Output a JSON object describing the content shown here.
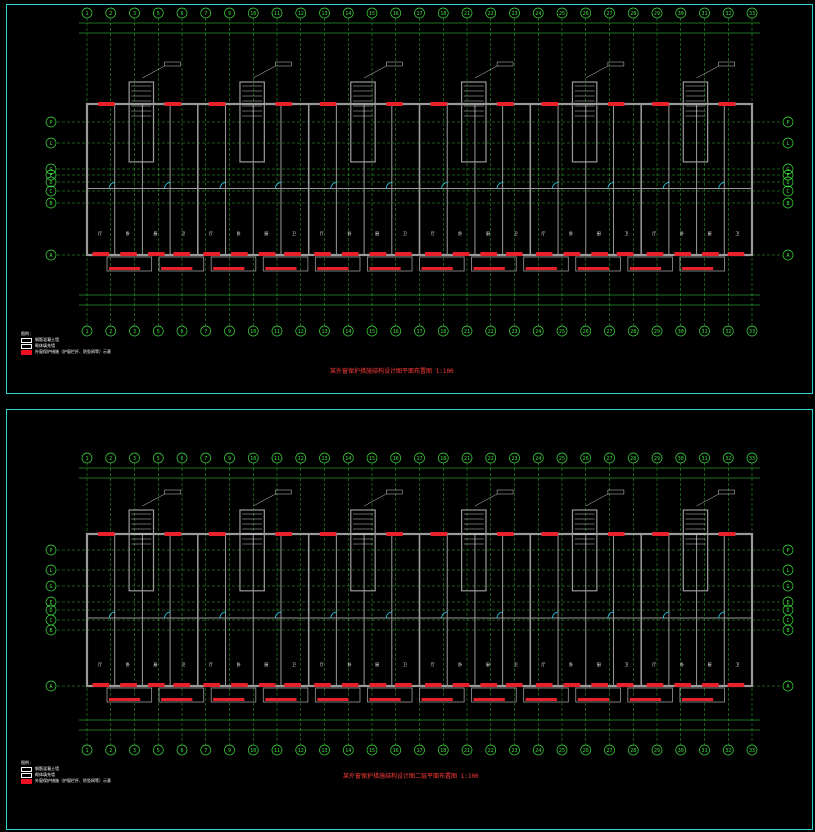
{
  "sheets": [
    {
      "id": "sheet1",
      "title": "某外窗保护措施结构设计图平面布置图 1:100",
      "legend_header": "图例:",
      "legend": [
        "钢筋混凝土墙",
        "砌体填充墙",
        "外窗保护措施（护窗栏杆、防坠网等）示意"
      ],
      "top_axes": [
        "1",
        "2",
        "3",
        "5",
        "6",
        "7",
        "9",
        "10",
        "11",
        "12",
        "13",
        "14",
        "15",
        "16",
        "17",
        "18",
        "21",
        "22",
        "23",
        "24",
        "25",
        "26",
        "27",
        "28",
        "29",
        "30",
        "31",
        "32",
        "33"
      ],
      "left_axes": [
        "P",
        "L",
        "G",
        "E",
        "D",
        "C",
        "B",
        "A"
      ],
      "right_axes": [
        "P",
        "L",
        "G",
        "E",
        "D",
        "C",
        "B",
        "A"
      ]
    },
    {
      "id": "sheet2",
      "title": "某外窗保护措施结构设计图二层平面布置图 1:100",
      "legend_header": "图例:",
      "legend": [
        "钢筋混凝土墙",
        "砌体填充墙",
        "外窗保护措施（护窗栏杆、防坠网等）示意"
      ],
      "top_axes": [
        "1",
        "2",
        "3",
        "5",
        "6",
        "7",
        "9",
        "10",
        "11",
        "12",
        "13",
        "14",
        "15",
        "16",
        "17",
        "18",
        "21",
        "22",
        "23",
        "24",
        "25",
        "26",
        "27",
        "28",
        "29",
        "30",
        "31",
        "32",
        "33"
      ],
      "left_axes": [
        "P",
        "L",
        "G",
        "E",
        "D",
        "C",
        "B",
        "A"
      ],
      "right_axes": [
        "P",
        "L",
        "G",
        "E",
        "D",
        "C",
        "B",
        "A"
      ]
    }
  ],
  "colors": {
    "frame": "#2fd3d3",
    "grid_axis": "#40e040",
    "wall": "#9a9a9a",
    "window_mark": "#e8202a",
    "door": "#2ee0ff",
    "label": "#ffffff",
    "stair": "#ffd400"
  }
}
